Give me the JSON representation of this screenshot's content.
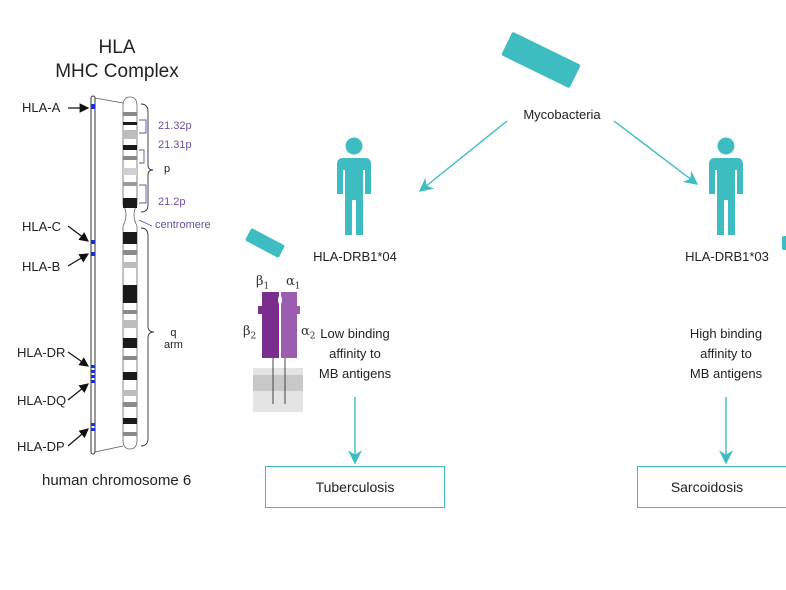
{
  "chromosome": {
    "title_line1": "HLA",
    "title_line2": "MHC Complex",
    "genes": [
      {
        "label": "HLA-A"
      },
      {
        "label": "HLA-C"
      },
      {
        "label": "HLA-B"
      },
      {
        "label": "HLA-DR"
      },
      {
        "label": "HLA-DQ"
      },
      {
        "label": "HLA-DP"
      }
    ],
    "bands": [
      "21.32p",
      "21.31p",
      "21.2p"
    ],
    "p_arm": "p",
    "centromere": "centromere",
    "q_arm_line1": "q",
    "q_arm_line2": "arm",
    "caption": "human chromosome 6"
  },
  "pathway": {
    "trigger": "Mycobacteria",
    "left_allele": "HLA-DRB1*04",
    "right_allele": "HLA-DRB1*03",
    "left_effect": [
      "Low binding",
      "affinity to",
      "MB antigens"
    ],
    "right_effect": [
      "High binding",
      "affinity to",
      "MB antigens"
    ],
    "left_outcome": "Tuberculosis",
    "right_outcome": "Sarcoidosis"
  },
  "mhc_molecule": {
    "beta1": "β",
    "beta1_sub": "1",
    "alpha1": "α",
    "alpha1_sub": "1",
    "beta2": "β",
    "beta2_sub": "2",
    "alpha2": "α",
    "alpha2_sub": "2"
  },
  "colors": {
    "teal": "#3dbdc1",
    "purple_dark": "#7b2d8e",
    "purple_light": "#9c5cb0",
    "chromosome_band": "#1a1a1a",
    "gene_marker": "#1a2fd6",
    "band_label": "#6b4fa0"
  }
}
